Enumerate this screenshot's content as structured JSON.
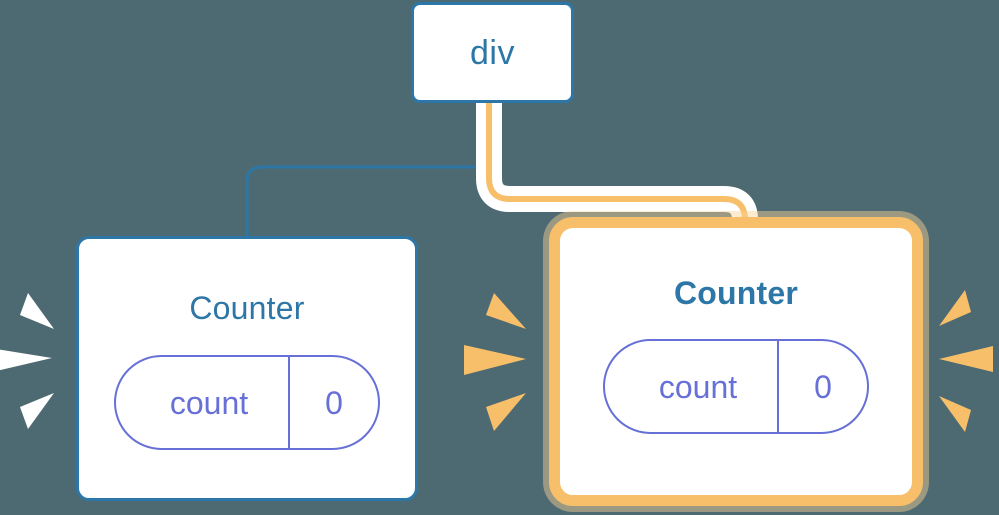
{
  "diagram": {
    "title": "component-tree-rerender-diagram",
    "background_color": "#4d6a72",
    "nodes": {
      "root": {
        "label": "div",
        "border_color": "#2d77a8",
        "text_color": "#2d77a8"
      },
      "counter_left": {
        "title": "Counter",
        "border_color": "#2d77a8",
        "title_color": "#2d77a8",
        "highlighted": "false",
        "state": {
          "key": "count",
          "value": "0",
          "color": "#6670d6"
        }
      },
      "counter_right": {
        "title": "Counter",
        "border_color": "#f7bf69",
        "title_color": "#2d77a8",
        "highlighted": "true",
        "state": {
          "key": "count",
          "value": "0",
          "color": "#6670d6"
        }
      }
    },
    "edges": {
      "root_to_left": {
        "color": "#2d77a8",
        "style": "thin"
      },
      "root_to_right": {
        "color": "#f7bf69",
        "style": "thick-highlighted",
        "halo_color": "#ffffff"
      }
    },
    "effects": {
      "rays_left": {
        "name": "sparkle-rays",
        "color": "#ffffff",
        "count": "3"
      },
      "rays_right": {
        "name": "sparkle-rays",
        "color": "#f7bf69",
        "count": "6"
      }
    }
  }
}
